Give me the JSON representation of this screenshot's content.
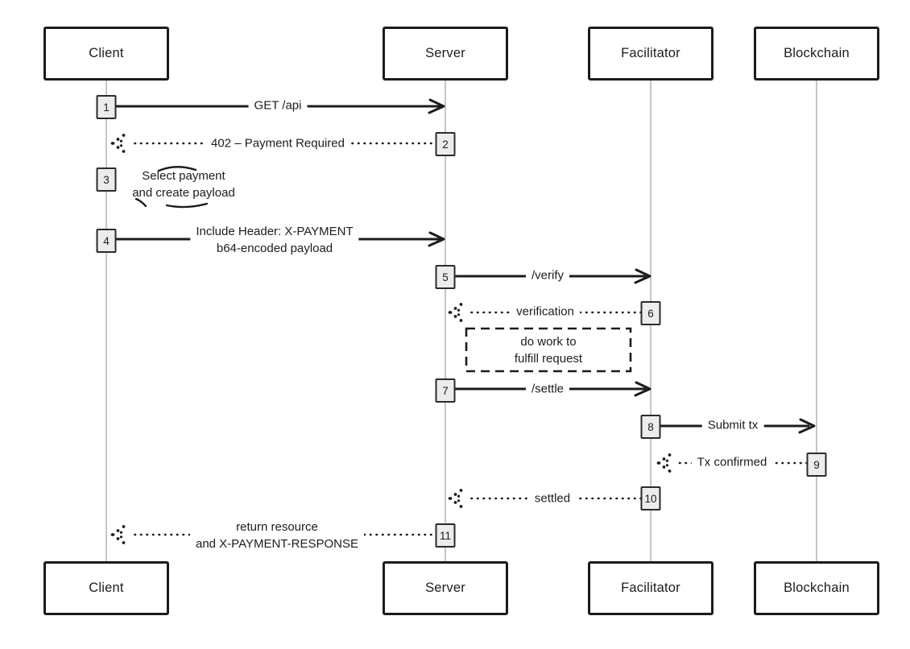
{
  "diagram": {
    "type": "sequence-diagram",
    "actors": [
      {
        "id": "client",
        "label": "Client"
      },
      {
        "id": "server",
        "label": "Server"
      },
      {
        "id": "facilitator",
        "label": "Facilitator"
      },
      {
        "id": "blockchain",
        "label": "Blockchain"
      }
    ],
    "messages": [
      {
        "step": "1",
        "from": "client",
        "to": "server",
        "style": "solid",
        "label": "GET /api"
      },
      {
        "step": "2",
        "from": "server",
        "to": "client",
        "style": "dotted",
        "label": "402 – Payment Required"
      },
      {
        "step": "3",
        "actor": "client",
        "style": "self-note",
        "lines": {
          "l1": "Select payment",
          "l2": "and create payload"
        }
      },
      {
        "step": "4",
        "from": "client",
        "to": "server",
        "style": "solid",
        "lines": {
          "l1": "Include Header: X-PAYMENT",
          "l2": "b64-encoded payload"
        }
      },
      {
        "step": "5",
        "from": "server",
        "to": "facilitator",
        "style": "solid",
        "label": "/verify"
      },
      {
        "step": "6",
        "from": "facilitator",
        "to": "server",
        "style": "dotted",
        "label": "verification"
      },
      {
        "step": "7",
        "from": "server",
        "to": "facilitator",
        "style": "solid",
        "label": "/settle"
      },
      {
        "step": "8",
        "from": "facilitator",
        "to": "blockchain",
        "style": "solid",
        "label": "Submit tx"
      },
      {
        "step": "9",
        "from": "blockchain",
        "to": "facilitator",
        "style": "dotted",
        "label": "Tx confirmed"
      },
      {
        "step": "10",
        "from": "facilitator",
        "to": "server",
        "style": "dotted",
        "label": "settled"
      },
      {
        "step": "11",
        "from": "server",
        "to": "client",
        "style": "dotted",
        "lines": {
          "l1": "return resource",
          "l2": "and X-PAYMENT-RESPONSE"
        }
      }
    ],
    "note_box": {
      "between": [
        "server",
        "facilitator"
      ],
      "lines": {
        "l1": "do work to",
        "l2": "fulfill request"
      }
    },
    "colors": {
      "stroke": "#1c1c1c",
      "lifeline": "#b8b8b8",
      "badge_fill": "#ececec",
      "background": "#ffffff"
    }
  }
}
